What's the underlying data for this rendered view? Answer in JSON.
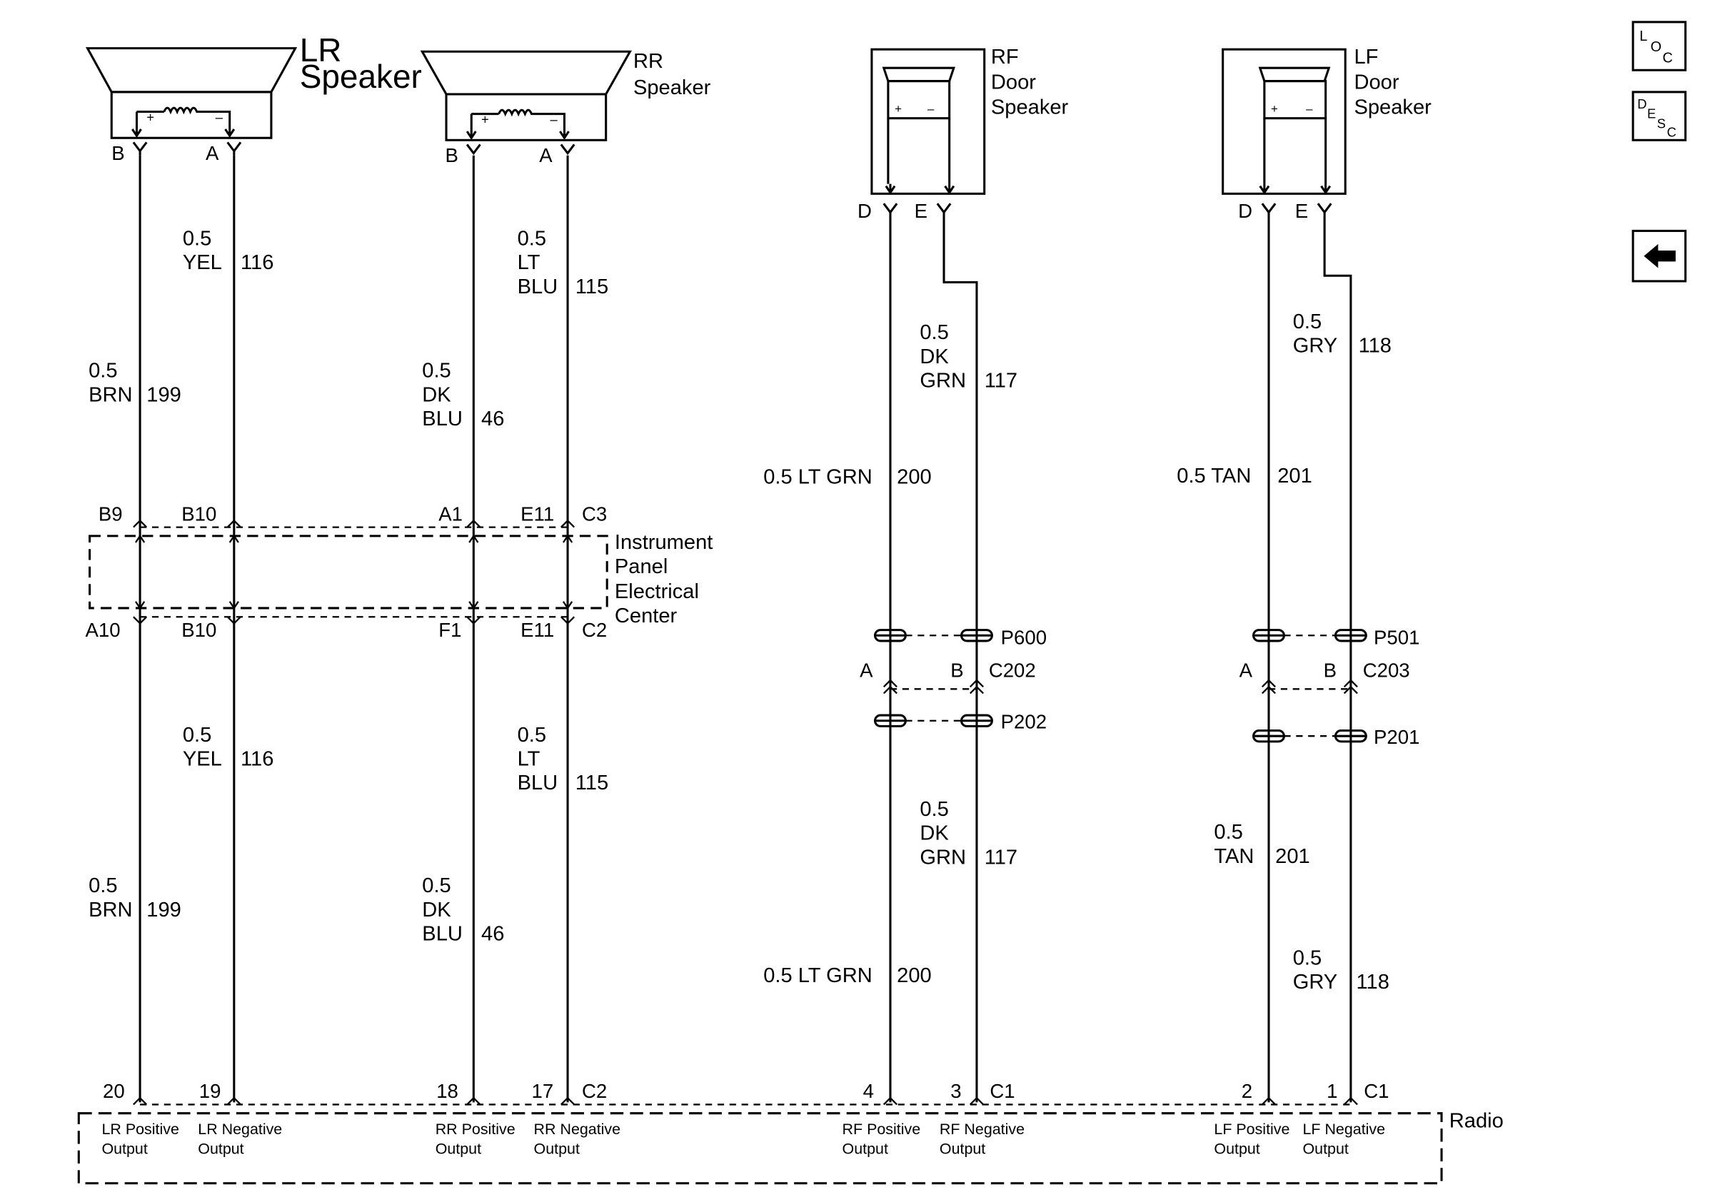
{
  "speakers": {
    "lr": {
      "name_line1": "LR",
      "name_line2": "Speaker",
      "pin_b": "B",
      "pin_a": "A"
    },
    "rr": {
      "name_line1": "RR",
      "name_line2": "Speaker",
      "pin_b": "B",
      "pin_a": "A"
    },
    "rf": {
      "name_line1": "RF",
      "name_line2": "Door",
      "name_line3": "Speaker",
      "pin_d": "D",
      "pin_e": "E"
    },
    "lf": {
      "name_line1": "LF",
      "name_line2": "Door",
      "name_line3": "Speaker",
      "pin_d": "D",
      "pin_e": "E"
    },
    "plus": "+",
    "minus": "–"
  },
  "wires": {
    "lr_pos_top": {
      "size": "0.5",
      "color": "BRN",
      "circuit": "199"
    },
    "lr_neg_top": {
      "size": "0.5",
      "color": "YEL",
      "circuit": "116"
    },
    "rr_pos_top": {
      "size": "0.5",
      "color_line1": "DK",
      "color_line2": "BLU",
      "circuit": "46"
    },
    "rr_neg_top": {
      "size": "0.5",
      "color_line1": "LT",
      "color_line2": "BLU",
      "circuit": "115"
    },
    "rf_pos_top": {
      "label": "0.5 LT GRN",
      "circuit": "200"
    },
    "rf_neg_top": {
      "size": "0.5",
      "color_line1": "DK",
      "color_line2": "GRN",
      "circuit": "117"
    },
    "lf_pos_top": {
      "label": "0.5 TAN",
      "circuit": "201"
    },
    "lf_neg_top": {
      "size": "0.5",
      "color": "GRY",
      "circuit": "118"
    },
    "lr_pos_bot": {
      "size": "0.5",
      "color": "BRN",
      "circuit": "199"
    },
    "lr_neg_bot": {
      "size": "0.5",
      "color": "YEL",
      "circuit": "116"
    },
    "rr_pos_bot": {
      "size": "0.5",
      "color_line1": "DK",
      "color_line2": "BLU",
      "circuit": "46"
    },
    "rr_neg_bot": {
      "size": "0.5",
      "color_line1": "LT",
      "color_line2": "BLU",
      "circuit": "115"
    },
    "rf_pos_bot": {
      "label": "0.5 LT GRN",
      "circuit": "200"
    },
    "rf_neg_bot": {
      "size": "0.5",
      "color_line1": "DK",
      "color_line2": "GRN",
      "circuit": "117"
    },
    "lf_pos_bot": {
      "size": "0.5",
      "color": "TAN",
      "circuit": "201"
    },
    "lf_neg_bot": {
      "size": "0.5",
      "color": "GRY",
      "circuit": "118"
    }
  },
  "ipec": {
    "label_line1": "Instrument",
    "label_line2": "Panel",
    "label_line3": "Electrical",
    "label_line4": "Center",
    "top_pins": [
      "B9",
      "B10",
      "A1",
      "E11"
    ],
    "top_connector": "C3",
    "bottom_pins": [
      "A10",
      "B10",
      "F1",
      "E11"
    ],
    "bottom_connector": "C2"
  },
  "inline_connectors": {
    "rf": {
      "upper": "P600",
      "lower": "P202",
      "pin_a": "A",
      "pin_b": "B",
      "connector": "C202"
    },
    "lf": {
      "upper": "P501",
      "lower": "P201",
      "pin_a": "A",
      "pin_b": "B",
      "connector": "C203"
    }
  },
  "radio": {
    "label": "Radio",
    "pins": [
      "20",
      "19",
      "18",
      "17",
      "4",
      "3",
      "2",
      "1"
    ],
    "connector_c2": "C2",
    "connector_c1a": "C1",
    "connector_c1b": "C1",
    "outputs": [
      {
        "line1": "LR Positive",
        "line2": "Output"
      },
      {
        "line1": "LR Negative",
        "line2": "Output"
      },
      {
        "line1": "RR Positive",
        "line2": "Output"
      },
      {
        "line1": "RR Negative",
        "line2": "Output"
      },
      {
        "line1": "RF Positive",
        "line2": "Output"
      },
      {
        "line1": "RF Negative",
        "line2": "Output"
      },
      {
        "line1": "LF Positive",
        "line2": "Output"
      },
      {
        "line1": "LF Negative",
        "line2": "Output"
      }
    ]
  },
  "nav": {
    "loc_icon": "location-icon",
    "desc_icon": "description-icon",
    "back_icon": "back-arrow-icon",
    "loc": {
      "l1": "L",
      "l2": "O",
      "l3": "C"
    },
    "desc": {
      "l1": "D",
      "l2": "E",
      "l3": "S",
      "l4": "C"
    }
  }
}
